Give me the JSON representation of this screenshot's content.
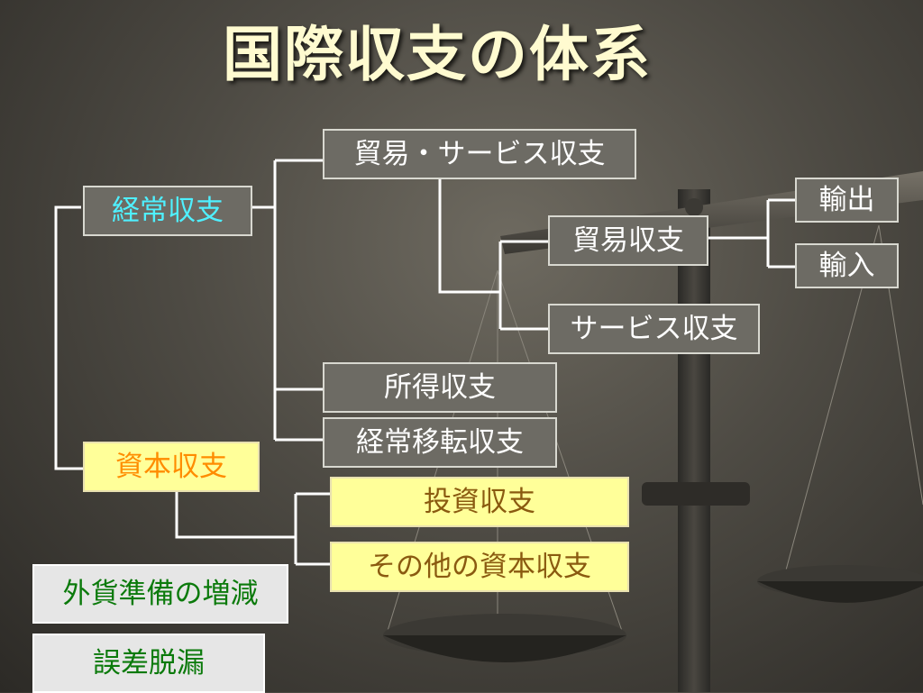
{
  "title": "国際収支の体系",
  "current_account": {
    "label": "経常収支",
    "trade_services": {
      "label": "貿易・サービス収支",
      "trade": {
        "label": "貿易収支",
        "exports": "輸出",
        "imports": "輸入"
      },
      "services": "サービス収支"
    },
    "income": "所得収支",
    "current_transfers": "経常移転収支"
  },
  "capital_account": {
    "label": "資本収支",
    "investment": "投資収支",
    "other_capital": "その他の資本収支"
  },
  "reserves_change": "外貨準備の増減",
  "errors_omissions": "誤差脱漏",
  "colors": {
    "title": "#fffbd0",
    "gray_box": "#6d6b64",
    "yellow_box": "#ffff99",
    "white_box": "#e6e6e6",
    "current_account_text": "#4ff0ff",
    "capital_account_text": "#ff8c00",
    "bottom_text": "#0b7a0b"
  }
}
